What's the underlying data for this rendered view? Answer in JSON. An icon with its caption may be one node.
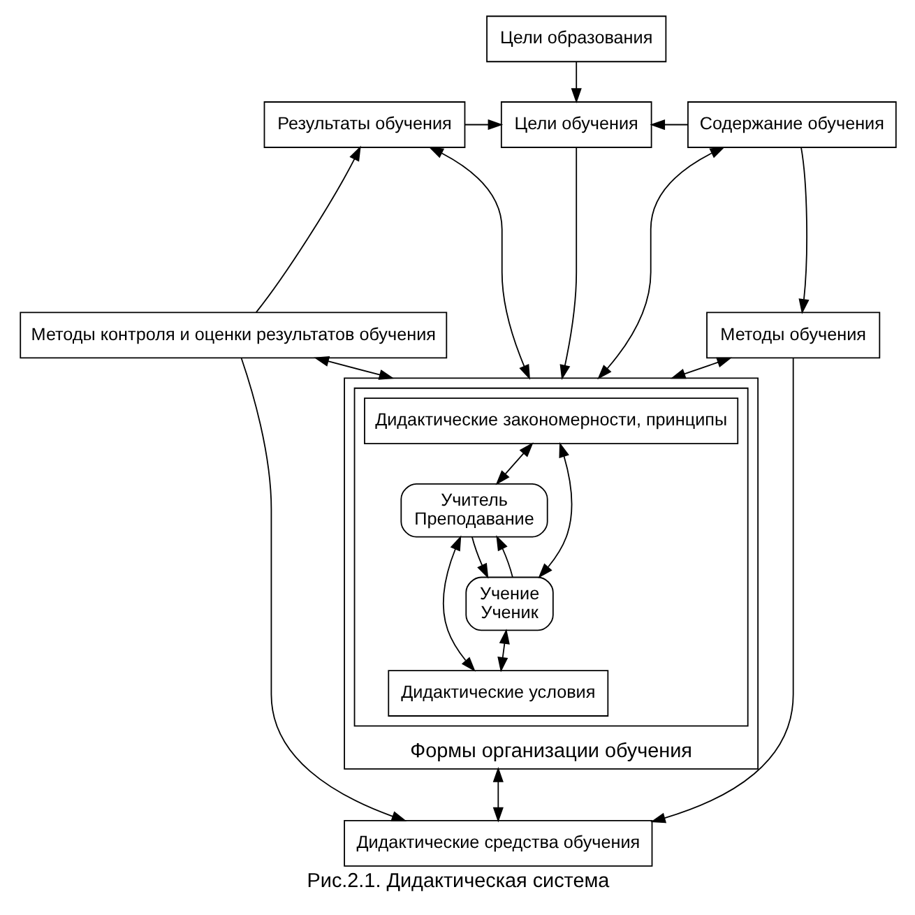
{
  "diagram": {
    "caption": "Рис.2.1. Дидактическая система",
    "nodes": [
      {
        "text": [
          "Цели образования"
        ]
      },
      {
        "text": [
          "Цели обучения"
        ]
      },
      {
        "text": [
          "Формы организации обучения"
        ]
      },
      {
        "text": [],
        "shape": "box",
        "in": 2
      },
      {
        "text": [
          "Результаты обучения"
        ]
      },
      {
        "text": [
          "Содержание обучения"
        ]
      },
      {
        "text": [
          "Дидактические закономерности, принципы"
        ],
        "in": 3
      },
      {
        "text": [
          "Учитель",
          "Преподавание"
        ],
        "in": 3
      },
      {
        "text": [
          "Учение",
          "Ученик"
        ],
        "in": 3
      },
      {
        "text": [
          "Дидактические условия"
        ],
        "in": 3
      },
      {
        "text": [
          "Методы контроля и оценки результатов обучения"
        ]
      },
      {
        "text": [
          "Методы обучения"
        ]
      },
      {
        "text": [
          "Дидактические средства обучения"
        ]
      }
    ],
    "edges": [
      {
        "from": 0,
        "to": 1,
        "arrow": "to"
      },
      {
        "from": 4,
        "to": 1,
        "arrow": "to"
      },
      {
        "from": 5,
        "to": 1,
        "arrow": "to"
      },
      {
        "from": 1,
        "to": 2,
        "arrow": "to"
      },
      {
        "from": 4,
        "to": 2,
        "arrow": "both"
      },
      {
        "from": 5,
        "to": 2,
        "arrow": "both"
      },
      {
        "from": 10,
        "to": 4,
        "arrow": "to"
      },
      {
        "from": 10,
        "to": 2,
        "arrow": "both"
      },
      {
        "from": 5,
        "to": 11,
        "arrow": "to"
      },
      {
        "from": 11,
        "to": 2,
        "arrow": "both"
      },
      {
        "from": 6,
        "to": 7,
        "arrow": "both"
      },
      {
        "from": 6,
        "to": 8,
        "arrow": "both"
      },
      {
        "from": 7,
        "to": 8,
        "arrow": "to"
      },
      {
        "from": 8,
        "to": 7,
        "arrow": "to"
      },
      {
        "from": 7,
        "to": 9,
        "arrow": "both"
      },
      {
        "from": 8,
        "to": 9,
        "arrow": "both"
      },
      {
        "from": 2,
        "to": 12,
        "arrow": "both"
      },
      {
        "from": 10,
        "to": 12,
        "arrow": "to"
      },
      {
        "from": 11,
        "to": 12,
        "arrow": "to"
      }
    ]
  }
}
